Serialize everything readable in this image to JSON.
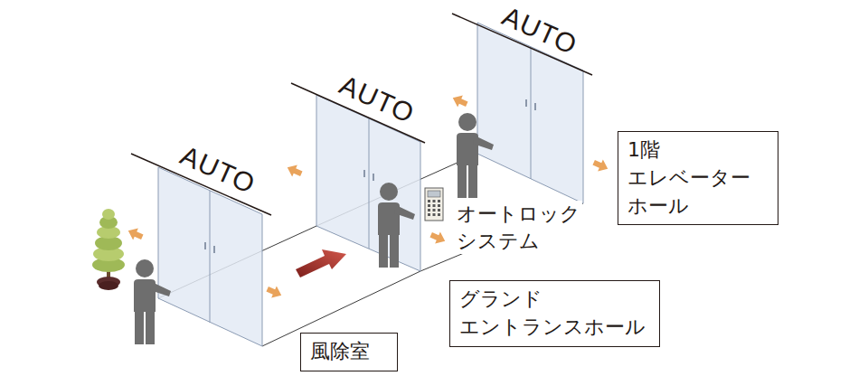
{
  "diagram": {
    "nodes": [
      {
        "text": [
          "風除室"
        ]
      },
      {
        "text": [
          "グランド エントランスホール"
        ]
      },
      {
        "text": [
          "1階 エレベーター ホール"
        ]
      }
    ],
    "labels": [
      "AUTO",
      "AUTO",
      "AUTO",
      "オートロック システム"
    ]
  }
}
